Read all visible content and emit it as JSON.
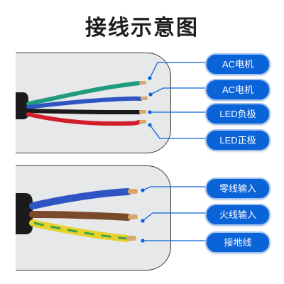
{
  "title": "接线示意图",
  "top_diagram": {
    "labels": [
      "AC电机",
      "AC电机",
      "LED负极",
      "LED正极"
    ],
    "wire_colors": [
      "#1f9b7e",
      "#2f55c4",
      "#1a1a1a",
      "#d21e2c"
    ]
  },
  "bottom_diagram": {
    "labels": [
      "零线输入",
      "火线输入",
      "接地线"
    ],
    "wire_colors": [
      "#2f55c4",
      "#7a4a2a",
      "#e6d22a"
    ]
  },
  "colors": {
    "accent": "#0b63d8",
    "leader_line": "#0b63d8",
    "panel_bg": "#e7e8ea"
  }
}
